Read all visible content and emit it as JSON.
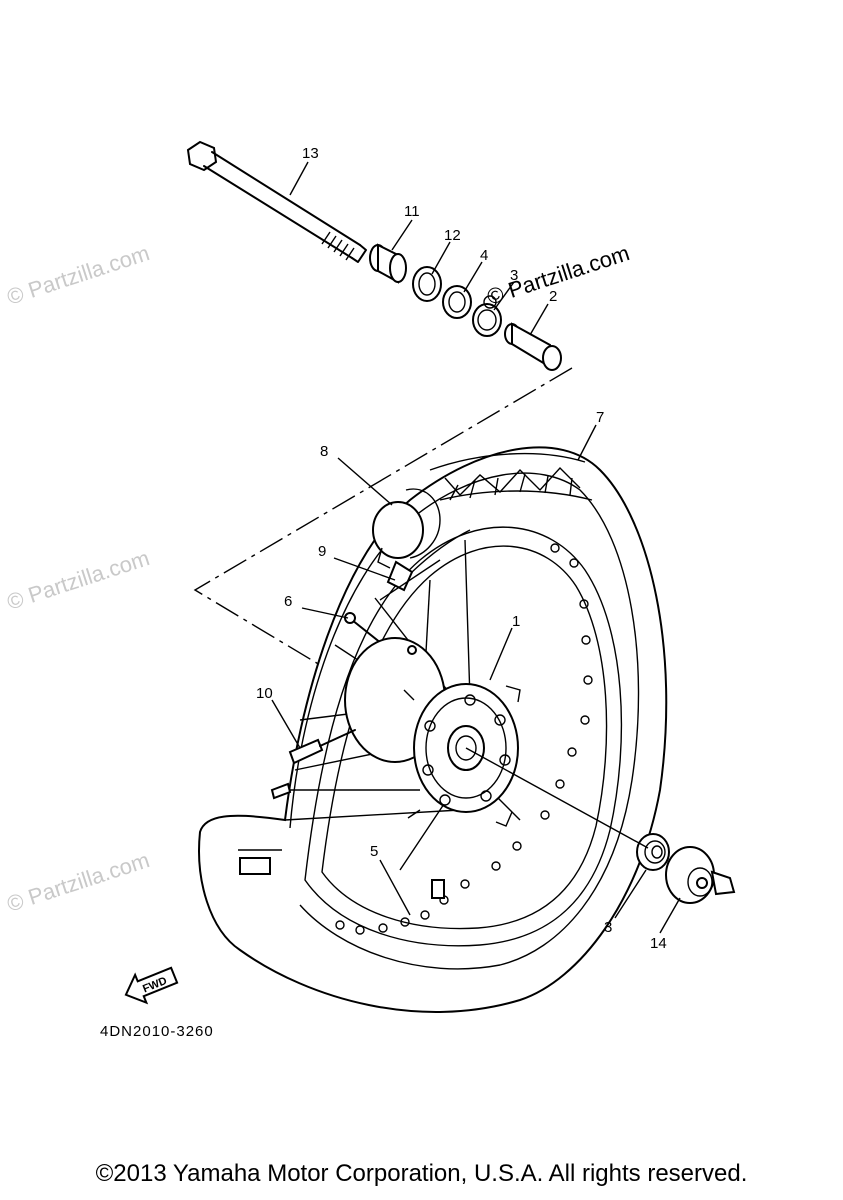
{
  "watermark": {
    "text": "© Partzilla.com"
  },
  "callouts": {
    "c1": "1",
    "c2": "2",
    "c3a": "3",
    "c3b": "3",
    "c4": "4",
    "c5": "5",
    "c6": "6",
    "c7": "7",
    "c8": "8",
    "c9": "9",
    "c10": "10",
    "c11": "11",
    "c12": "12",
    "c13": "13",
    "c14": "14"
  },
  "fwd_label": "FWD",
  "diagram_code": "4DN2010-3260",
  "copyright": "©2013 Yamaha Motor Corporation, U.S.A. All rights reserved."
}
